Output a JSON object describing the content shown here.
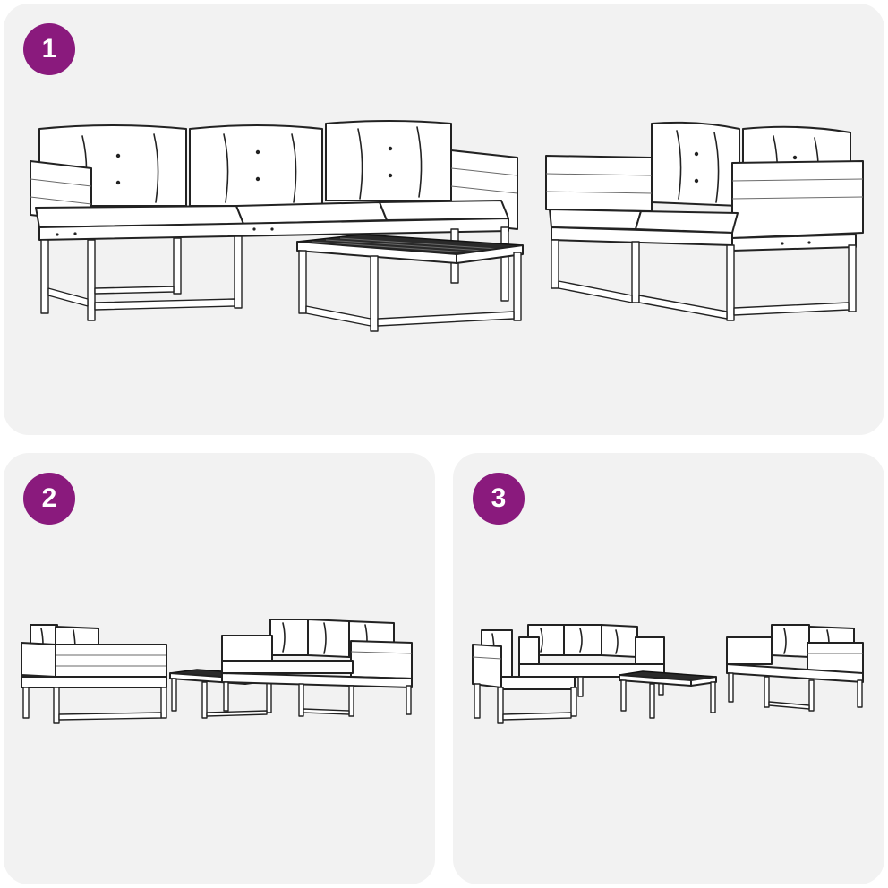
{
  "accent_color": "#8a1a7d",
  "panels": [
    {
      "badge": "1"
    },
    {
      "badge": "2"
    },
    {
      "badge": "3"
    }
  ]
}
